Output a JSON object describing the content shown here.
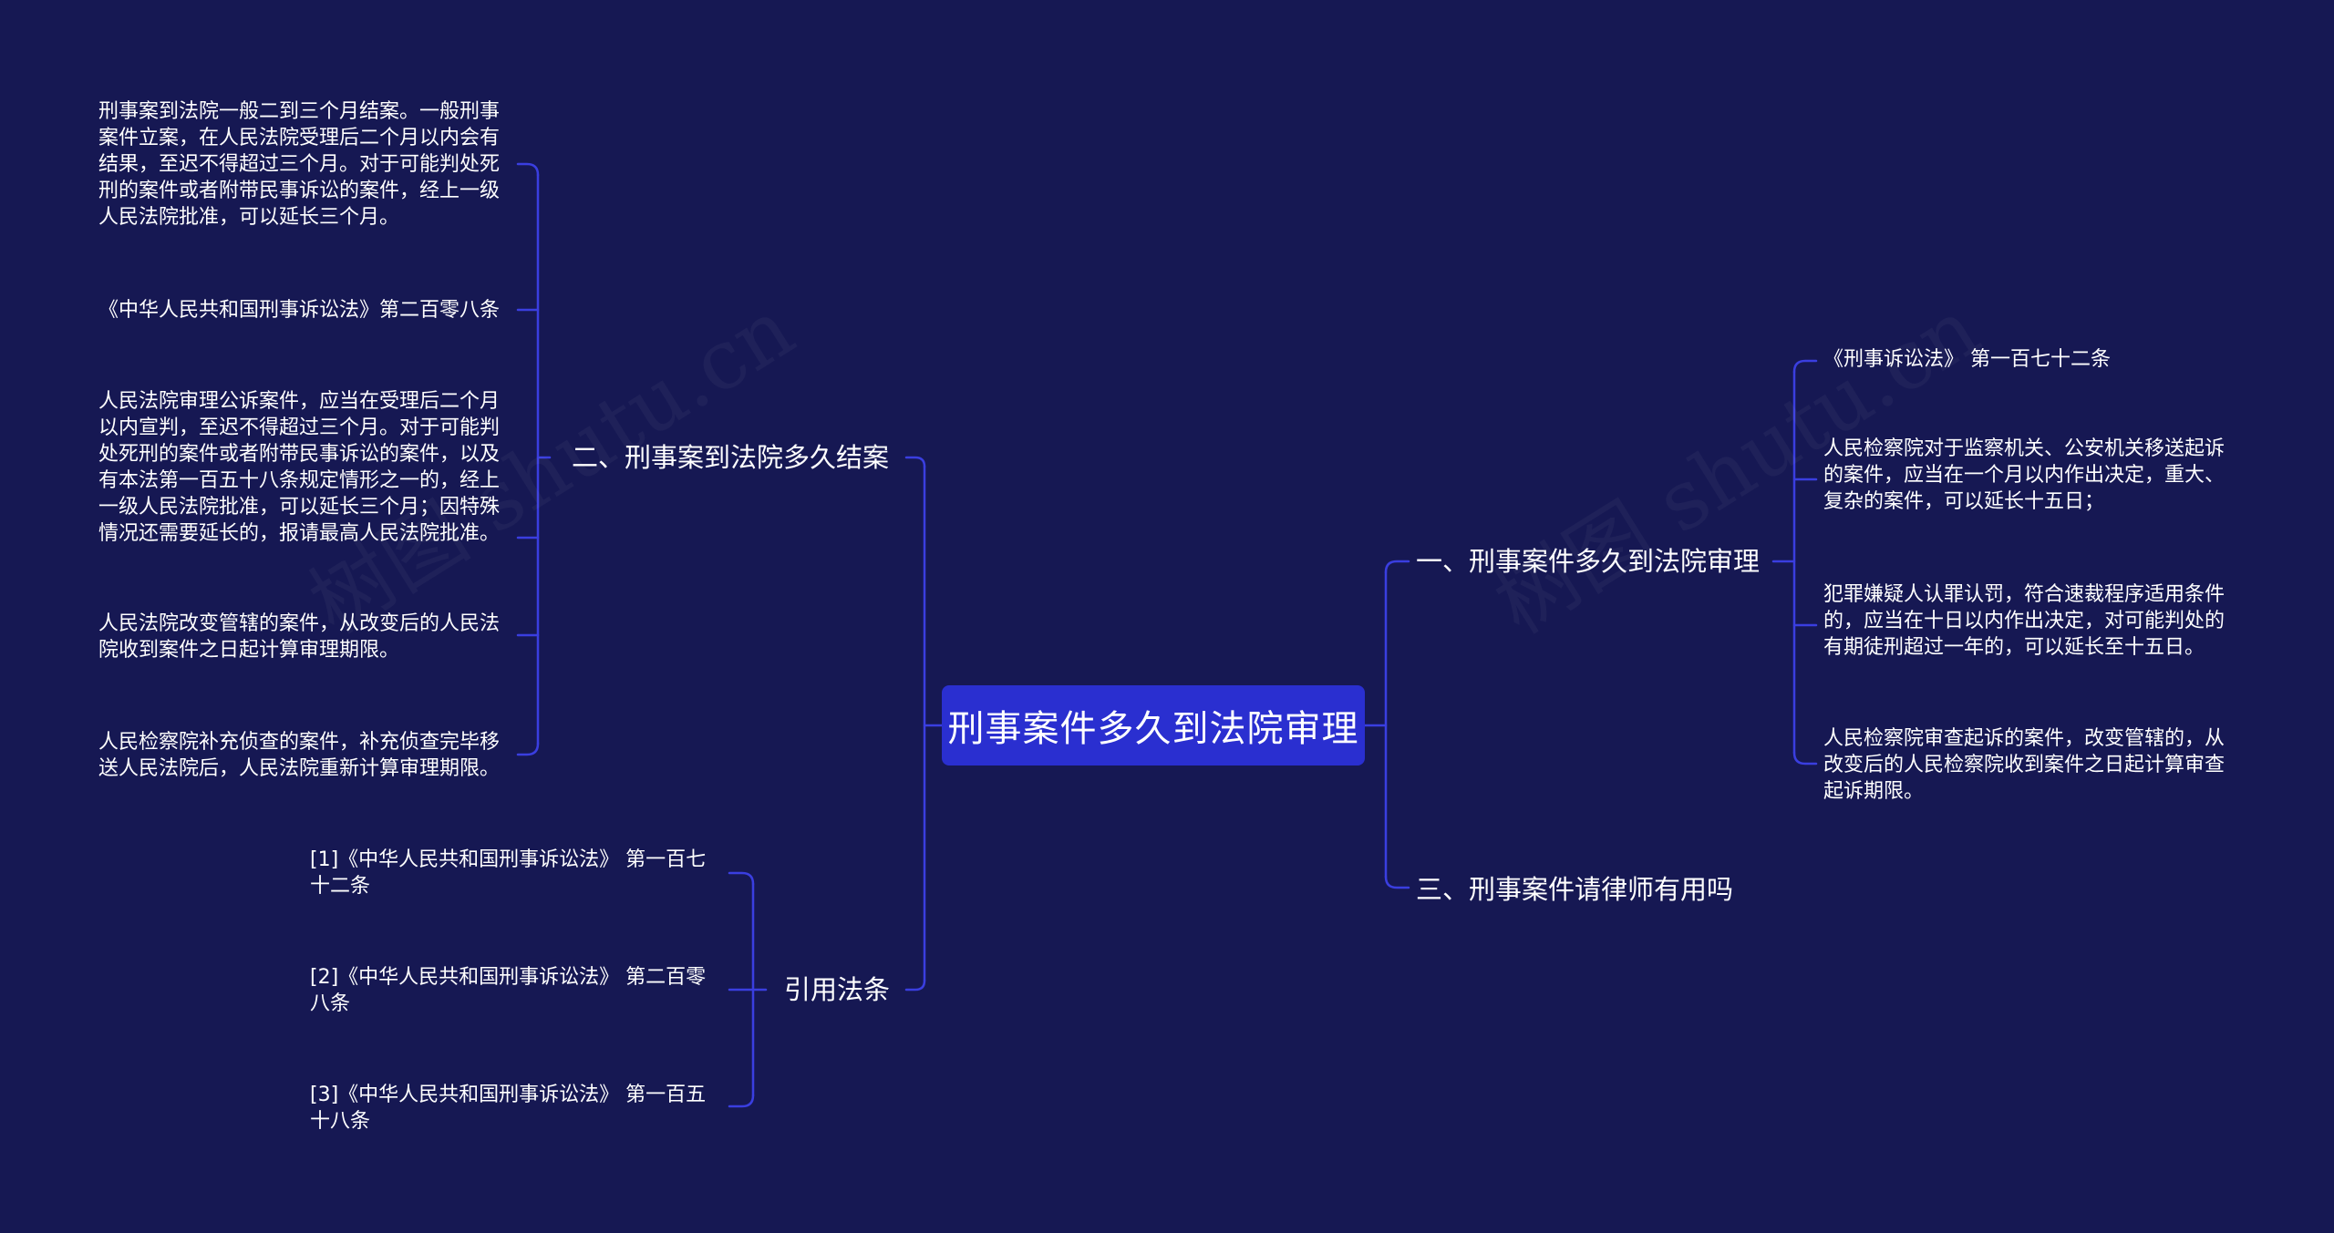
{
  "root": {
    "label": "刑事案件多久到法院审理"
  },
  "branches": [
    {
      "label": "二、刑事案到法院多久结案",
      "leaves": [
        "刑事案到法院一般二到三个月结案。一般刑事案件立案，在人民法院受理后二个月以内会有结果，至迟不得超过三个月。对于可能判处死刑的案件或者附带民事诉讼的案件，经上一级人民法院批准，可以延长三个月。",
        "《中华人民共和国刑事诉讼法》第二百零八条",
        "人民法院审理公诉案件，应当在受理后二个月以内宣判，至迟不得超过三个月。对于可能判处死刑的案件或者附带民事诉讼的案件，以及有本法第一百五十八条规定情形之一的，经上一级人民法院批准，可以延长三个月；因特殊情况还需要延长的，报请最高人民法院批准。",
        "人民法院改变管辖的案件，从改变后的人民法院收到案件之日起计算审理期限。",
        "人民检察院补充侦查的案件，补充侦查完毕移送人民法院后，人民法院重新计算审理期限。"
      ]
    },
    {
      "label": "引用法条",
      "leaves": [
        "[1]《中华人民共和国刑事诉讼法》 第一百七十二条",
        "[2]《中华人民共和国刑事诉讼法》 第二百零八条",
        "[3]《中华人民共和国刑事诉讼法》 第一百五十八条"
      ]
    },
    {
      "label": "一、刑事案件多久到法院审理",
      "leaves": [
        "《刑事诉讼法》 第一百七十二条",
        "人民检察院对于监察机关、公安机关移送起诉的案件，应当在一个月以内作出决定，重大、复杂的案件，可以延长十五日；",
        "犯罪嫌疑人认罪认罚，符合速裁程序适用条件的，应当在十日以内作出决定，对可能判处的有期徒刑超过一年的，可以延长至十五日。",
        "人民检察院审查起诉的案件，改变管辖的，从改变后的人民检察院收到案件之日起计算审查起诉期限。"
      ]
    },
    {
      "label": "三、刑事案件请律师有用吗",
      "leaves": []
    }
  ],
  "watermarks": [
    "树图 shutu.cn",
    "树图 shutu.cn"
  ],
  "colors": {
    "background": "#161853",
    "root": "#2a2fd0",
    "connector": "#3a3ee0"
  }
}
